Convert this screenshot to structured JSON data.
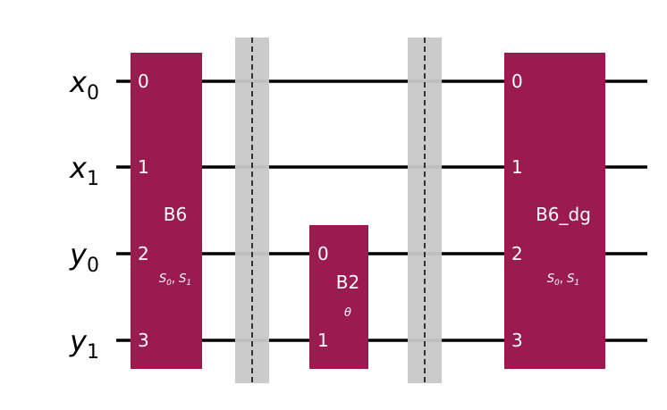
{
  "colors": {
    "wire": "#000000",
    "gate_fill": "#9b1a50",
    "gate_text": "#ffffff",
    "barrier_fill": "#c8c8c8",
    "barrier_line": "#000000",
    "background": "#ffffff"
  },
  "wires": [
    {
      "name": "x",
      "sub": "0"
    },
    {
      "name": "x",
      "sub": "1"
    },
    {
      "name": "y",
      "sub": "0"
    },
    {
      "name": "y",
      "sub": "1"
    }
  ],
  "gates": [
    {
      "name": "B6",
      "param_main": "S",
      "param_parts": [
        [
          "S",
          "0"
        ],
        [
          "S",
          "1"
        ]
      ],
      "ports": [
        "0",
        "1",
        "2",
        "3"
      ],
      "wires": [
        0,
        1,
        2,
        3
      ]
    },
    {
      "name": "B2",
      "param": "θ",
      "ports": [
        "0",
        "1"
      ],
      "wires": [
        2,
        3
      ]
    },
    {
      "name": "B6_dg",
      "param_parts": [
        [
          "S",
          "0"
        ],
        [
          "S",
          "1"
        ]
      ],
      "ports": [
        "0",
        "1",
        "2",
        "3"
      ],
      "wires": [
        0,
        1,
        2,
        3
      ]
    }
  ],
  "barriers": 2
}
